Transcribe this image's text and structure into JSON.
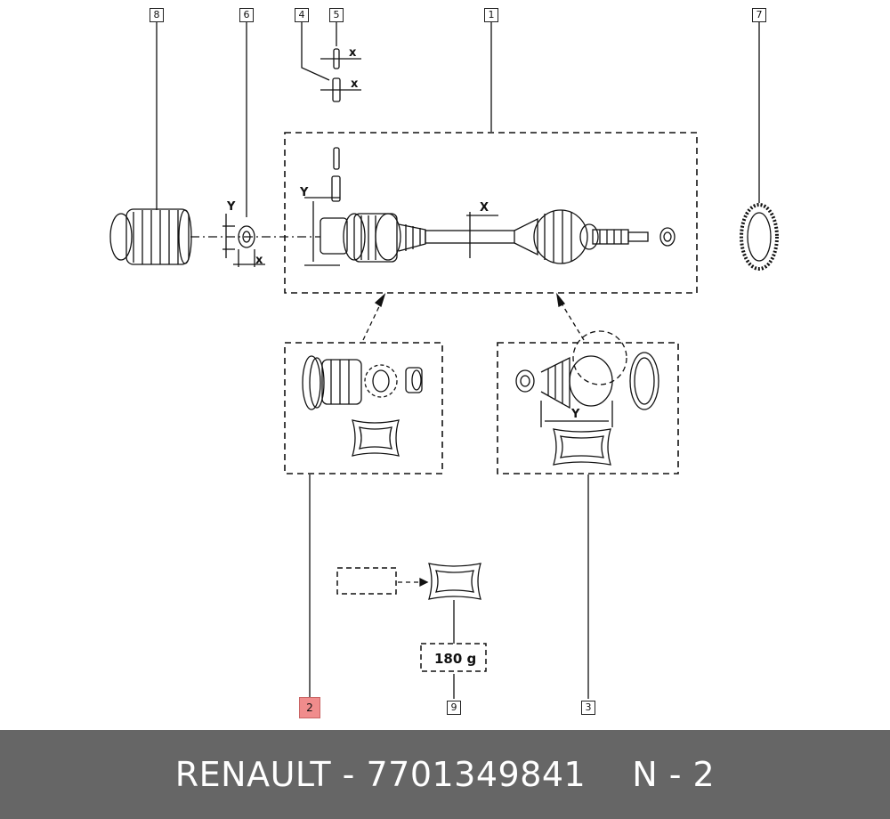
{
  "callouts": {
    "c1": "1",
    "c2": "2",
    "c3": "3",
    "c4": "4",
    "c5": "5",
    "c6": "6",
    "c7": "7",
    "c8": "8",
    "c9": "9"
  },
  "labels": {
    "x": "x",
    "X": "X",
    "y": "Y"
  },
  "grease_amount": "180 g",
  "footer": {
    "brand": "RENAULT",
    "separator": "-",
    "part_number": "7701349841",
    "position": "N - 2"
  },
  "colors": {
    "highlight": "#f08c8c",
    "footer_bg": "#666666",
    "line": "#111111"
  }
}
